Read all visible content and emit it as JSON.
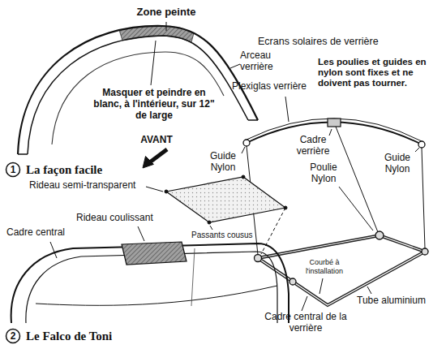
{
  "diagram": {
    "title": "Ecrans solaires de verrière",
    "nodes": [
      {
        "text": [
          "1",
          "La façon facile"
        ]
      },
      {
        "text": [
          "2",
          "Le Falco de Toni"
        ]
      }
    ],
    "labels": [
      "Zone peinte",
      "Arceau verrière",
      "Masquer et peindre en blanc, à l'intérieur, sur 12\" de large",
      "AVANT",
      "Plexiglas verrière",
      "Les poulies et guides en nylon sont fixes et ne doivent pas tourner.",
      "Guide Nylon",
      "Cadre verrière",
      "Poulie Nylon",
      "Guide Nylon",
      "Rideau semi-transparent",
      "Rideau coulissant",
      "Cadre central",
      "Passants cousus",
      "Courbé à l'installation",
      "Tube aluminium",
      "Cadre central de la verrière"
    ]
  }
}
